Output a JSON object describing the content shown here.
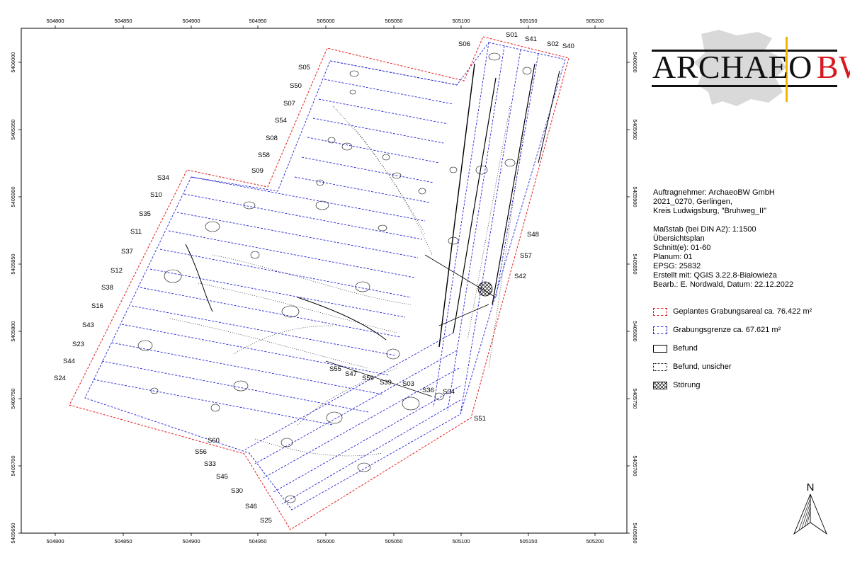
{
  "map": {
    "x_ticks": [
      "504800",
      "504850",
      "504900",
      "504950",
      "505000",
      "505050",
      "505100",
      "505150",
      "505200"
    ],
    "y_ticks": [
      "5405650",
      "5405700",
      "5405750",
      "5405800",
      "5405850",
      "5405900",
      "5405950",
      "5406000"
    ],
    "section_labels": {
      "s01": "S01",
      "s41": "S41",
      "s02": "S02",
      "s40": "S40",
      "s06": "S06",
      "s05": "S05",
      "s50": "S50",
      "s07": "S07",
      "s54": "S54",
      "s08": "S08",
      "s58": "S58",
      "s09": "S09",
      "s34": "S34",
      "s10": "S10",
      "s35": "S35",
      "s11": "S11",
      "s37": "S37",
      "s12": "S12",
      "s38": "S38",
      "s16": "S16",
      "s43": "S43",
      "s23": "S23",
      "s44": "S44",
      "s24": "S24",
      "s48": "S48",
      "s57": "S57",
      "s42": "S42",
      "s55": "S55",
      "s47": "S47",
      "s59": "S59",
      "s39": "S39",
      "s03": "S03",
      "s36": "S36",
      "s04": "S04",
      "s51": "S51",
      "s60": "S60",
      "s56": "S56",
      "s33": "S33",
      "s45": "S45",
      "s30": "S30",
      "s46": "S46",
      "s25": "S25"
    }
  },
  "logo": {
    "left": "ARCHAEO",
    "right": "BW"
  },
  "info": {
    "line1": "Auftragnehmer: ArchaeoBW GmbH",
    "line2": "2021_0270, Gerlingen,",
    "line3": "Kreis Ludwigsburg, \"Bruhweg_II\"",
    "line4": "Maßstab (bei DIN A2): 1:1500",
    "line5": "Übersichtsplan",
    "line6": "Schnitt(e): 01-60",
    "line7": "Planum: 01",
    "line8": "EPSG: 25832",
    "line9": "Erstellt mit: QGIS 3.22.8-Białowieża",
    "line10": "Bearb.: E. Nordwald, Datum: 22.12.2022"
  },
  "legend": {
    "items": [
      {
        "label": "Geplantes Grabungsareal ca. 76.422 m²",
        "color": "#e8191a",
        "style": "dashed"
      },
      {
        "label": "Grabungsgrenze ca. 67.621 m²",
        "color": "#2323d6",
        "style": "dashed"
      },
      {
        "label": "Befund",
        "color": "#000000",
        "style": "solid"
      },
      {
        "label": "Befund, unsicher",
        "color": "#000000",
        "style": "dotted"
      },
      {
        "label": "Störung",
        "color": "#000000",
        "style": "hatched"
      }
    ]
  },
  "north_arrow": {
    "label": "N"
  }
}
